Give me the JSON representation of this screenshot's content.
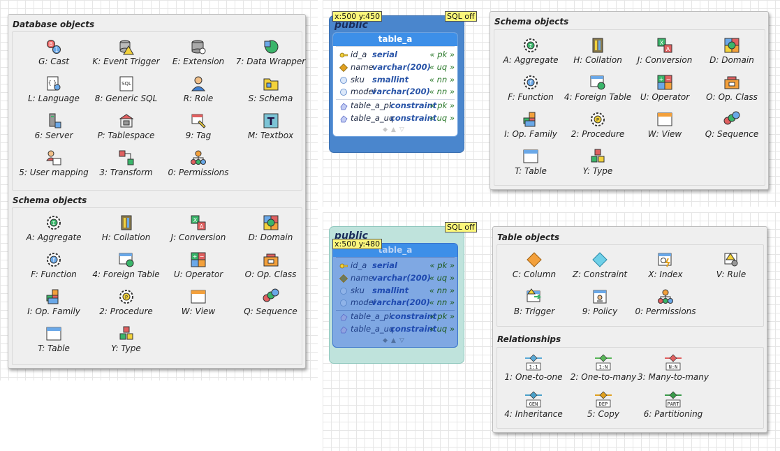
{
  "db_menu": {
    "section1_title": "Database objects",
    "section1_items": [
      {
        "label": "G: Cast",
        "icon": "cast-icon"
      },
      {
        "label": "K: Event Trigger",
        "icon": "event-trigger-icon"
      },
      {
        "label": "E: Extension",
        "icon": "extension-icon"
      },
      {
        "label": "7: Data Wrapper",
        "icon": "data-wrapper-icon"
      },
      {
        "label": "L: Language",
        "icon": "language-icon"
      },
      {
        "label": "8: Generic SQL",
        "icon": "generic-sql-icon"
      },
      {
        "label": "R: Role",
        "icon": "role-icon"
      },
      {
        "label": "S: Schema",
        "icon": "schema-icon"
      },
      {
        "label": "6: Server",
        "icon": "server-icon"
      },
      {
        "label": "P: Tablespace",
        "icon": "tablespace-icon"
      },
      {
        "label": "9: Tag",
        "icon": "tag-icon"
      },
      {
        "label": "M: Textbox",
        "icon": "textbox-icon"
      },
      {
        "label": "5: User mapping",
        "icon": "user-mapping-icon"
      },
      {
        "label": "3: Transform",
        "icon": "transform-icon"
      },
      {
        "label": "0: Permissions",
        "icon": "permissions-icon"
      }
    ],
    "section2_title": "Schema objects",
    "section2_items": [
      {
        "label": "A: Aggregate",
        "icon": "aggregate-icon"
      },
      {
        "label": "H: Collation",
        "icon": "collation-icon"
      },
      {
        "label": "J: Conversion",
        "icon": "conversion-icon"
      },
      {
        "label": "D: Domain",
        "icon": "domain-icon"
      },
      {
        "label": "F: Function",
        "icon": "function-icon"
      },
      {
        "label": "4: Foreign Table",
        "icon": "foreign-table-icon"
      },
      {
        "label": "U: Operator",
        "icon": "operator-icon"
      },
      {
        "label": "O: Op. Class",
        "icon": "op-class-icon"
      },
      {
        "label": "I: Op. Family",
        "icon": "op-family-icon"
      },
      {
        "label": "2: Procedure",
        "icon": "procedure-icon"
      },
      {
        "label": "W: View",
        "icon": "view-icon"
      },
      {
        "label": "Q: Sequence",
        "icon": "sequence-icon"
      },
      {
        "label": "T: Table",
        "icon": "table-icon"
      },
      {
        "label": "Y: Type",
        "icon": "type-icon"
      }
    ]
  },
  "schema_menu": {
    "title": "Schema objects",
    "items": [
      {
        "label": "A: Aggregate",
        "icon": "aggregate-icon"
      },
      {
        "label": "H: Collation",
        "icon": "collation-icon"
      },
      {
        "label": "J: Conversion",
        "icon": "conversion-icon"
      },
      {
        "label": "D: Domain",
        "icon": "domain-icon"
      },
      {
        "label": "F: Function",
        "icon": "function-icon"
      },
      {
        "label": "4: Foreign Table",
        "icon": "foreign-table-icon"
      },
      {
        "label": "U: Operator",
        "icon": "operator-icon"
      },
      {
        "label": "O: Op. Class",
        "icon": "op-class-icon"
      },
      {
        "label": "I: Op. Family",
        "icon": "op-family-icon"
      },
      {
        "label": "2: Procedure",
        "icon": "procedure-icon"
      },
      {
        "label": "W: View",
        "icon": "view-icon"
      },
      {
        "label": "Q: Sequence",
        "icon": "sequence-icon"
      },
      {
        "label": "T: Table",
        "icon": "table-icon"
      },
      {
        "label": "Y: Type",
        "icon": "type-icon"
      }
    ]
  },
  "table_menu": {
    "section1_title": "Table objects",
    "section1_items": [
      {
        "label": "C: Column",
        "icon": "column-icon"
      },
      {
        "label": "Z: Constraint",
        "icon": "constraint-icon"
      },
      {
        "label": "X: Index",
        "icon": "index-icon"
      },
      {
        "label": "V: Rule",
        "icon": "rule-icon"
      },
      {
        "label": "B: Trigger",
        "icon": "trigger-icon"
      },
      {
        "label": "9: Policy",
        "icon": "policy-icon"
      },
      {
        "label": "0: Permissions",
        "icon": "permissions-icon"
      }
    ],
    "section2_title": "Relationships",
    "section2_items": [
      {
        "label": "1: One-to-one",
        "badge": "1:1",
        "color": "#5aa9d6"
      },
      {
        "label": "2: One-to-many",
        "badge": "1:N",
        "color": "#58b658"
      },
      {
        "label": "3: Many-to-many",
        "badge": "N:N",
        "color": "#e06060"
      },
      {
        "label": "4: Inheritance",
        "badge": "GEN",
        "color": "#4aa0c9"
      },
      {
        "label": "5: Copy",
        "badge": "DEP",
        "color": "#e0a020"
      },
      {
        "label": "6: Partitioning",
        "badge": "PART",
        "color": "#3a9a4a"
      }
    ]
  },
  "diagram_top": {
    "schema": "public",
    "coords": "x:500 y:450",
    "sql_tag": "SQL off",
    "table_name": "table_a",
    "columns": [
      {
        "name": "id_a",
        "type": "serial",
        "tag": "« pk »",
        "kind": "pk"
      },
      {
        "name": "name",
        "type": "varchar(200)",
        "tag": "« uq »",
        "kind": "uq"
      },
      {
        "name": "sku",
        "type": "smallint",
        "tag": "« nn »",
        "kind": "nn"
      },
      {
        "name": "model",
        "type": "varchar(200)",
        "tag": "« nn »",
        "kind": "nn"
      }
    ],
    "constraints": [
      {
        "name": "table_a_pk",
        "type": "constraint",
        "tag": "« pk »"
      },
      {
        "name": "table_a_uq",
        "type": "constraint",
        "tag": "« uq »"
      }
    ]
  },
  "diagram_bottom": {
    "schema": "public",
    "coords": "x:500 y:480",
    "sql_tag": "SQL off",
    "table_name": "table_a",
    "columns": [
      {
        "name": "id_a",
        "type": "serial",
        "tag": "« pk »",
        "kind": "pk"
      },
      {
        "name": "name",
        "type": "varchar(200)",
        "tag": "« uq »",
        "kind": "uq"
      },
      {
        "name": "sku",
        "type": "smallint",
        "tag": "« nn »",
        "kind": "nn"
      },
      {
        "name": "model",
        "type": "varchar(200)",
        "tag": "« nn »",
        "kind": "nn"
      }
    ],
    "constraints": [
      {
        "name": "table_a_pk",
        "type": "constraint",
        "tag": "« pk »"
      },
      {
        "name": "table_a_uq",
        "type": "constraint",
        "tag": "« uq »"
      }
    ]
  }
}
